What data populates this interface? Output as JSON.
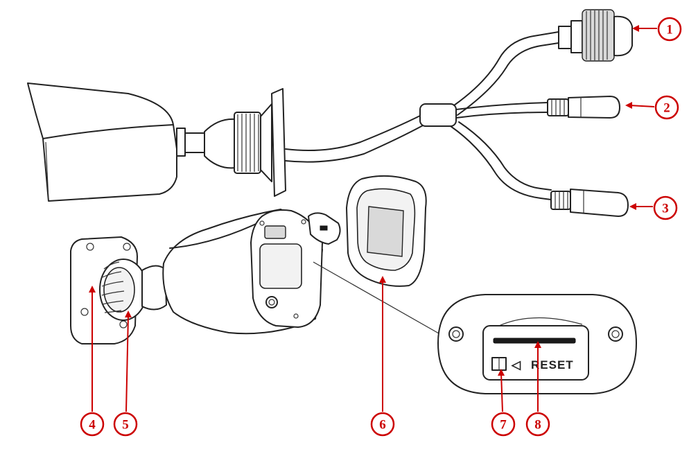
{
  "colors": {
    "callout": "#cc0000",
    "line": "#222222",
    "background": "#ffffff"
  },
  "reset_panel": {
    "reset_label": "RESET",
    "arrow_glyph": "◁"
  },
  "callouts": [
    {
      "id": "1",
      "label": "1"
    },
    {
      "id": "2",
      "label": "2"
    },
    {
      "id": "3",
      "label": "3"
    },
    {
      "id": "4",
      "label": "4"
    },
    {
      "id": "5",
      "label": "5"
    },
    {
      "id": "6",
      "label": "6"
    },
    {
      "id": "7",
      "label": "7"
    },
    {
      "id": "8",
      "label": "8"
    }
  ]
}
